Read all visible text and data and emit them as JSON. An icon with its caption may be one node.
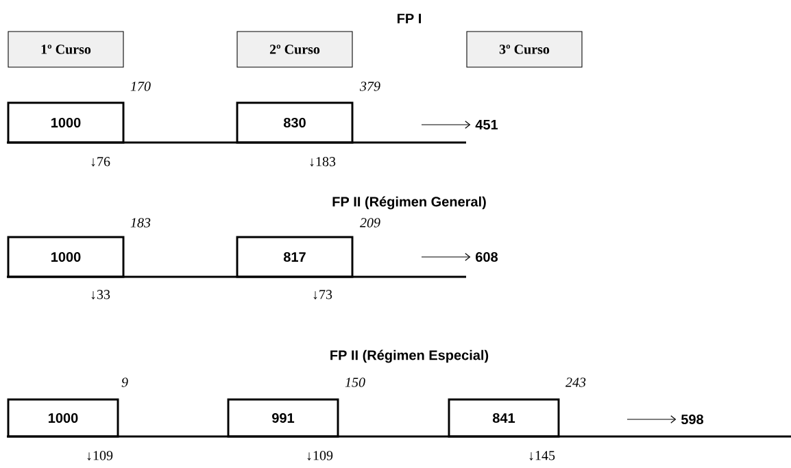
{
  "diagram": {
    "nodes": [
      {
        "text": [
          "1º Curso"
        ]
      },
      {
        "text": [
          "2º Curso"
        ]
      },
      {
        "text": [
          "3º Curso"
        ]
      },
      {
        "text": [
          "1000"
        ]
      },
      {
        "text": [
          "830"
        ]
      },
      {
        "text": [
          "451"
        ]
      },
      {
        "text": [
          "1000"
        ]
      },
      {
        "text": [
          "817"
        ]
      },
      {
        "text": [
          "608"
        ]
      },
      {
        "text": [
          "1000"
        ]
      },
      {
        "text": [
          "991"
        ]
      },
      {
        "text": [
          "841"
        ]
      },
      {
        "text": [
          "598"
        ]
      }
    ],
    "edges": [
      {
        "from": null,
        "to": 5,
        "arrow": "to"
      },
      {
        "from": null,
        "to": 8,
        "arrow": "to"
      },
      {
        "from": null,
        "to": 12,
        "arrow": "to"
      }
    ],
    "labels": [
      "FP I",
      "170",
      "379",
      "↓76",
      "↓183",
      "FP II (Régimen General)",
      "183",
      "209",
      "↓33",
      "↓73",
      "FP II (Régimen Especial)",
      "9",
      "150",
      "243",
      "↓109",
      "↓109",
      "↓145"
    ]
  }
}
